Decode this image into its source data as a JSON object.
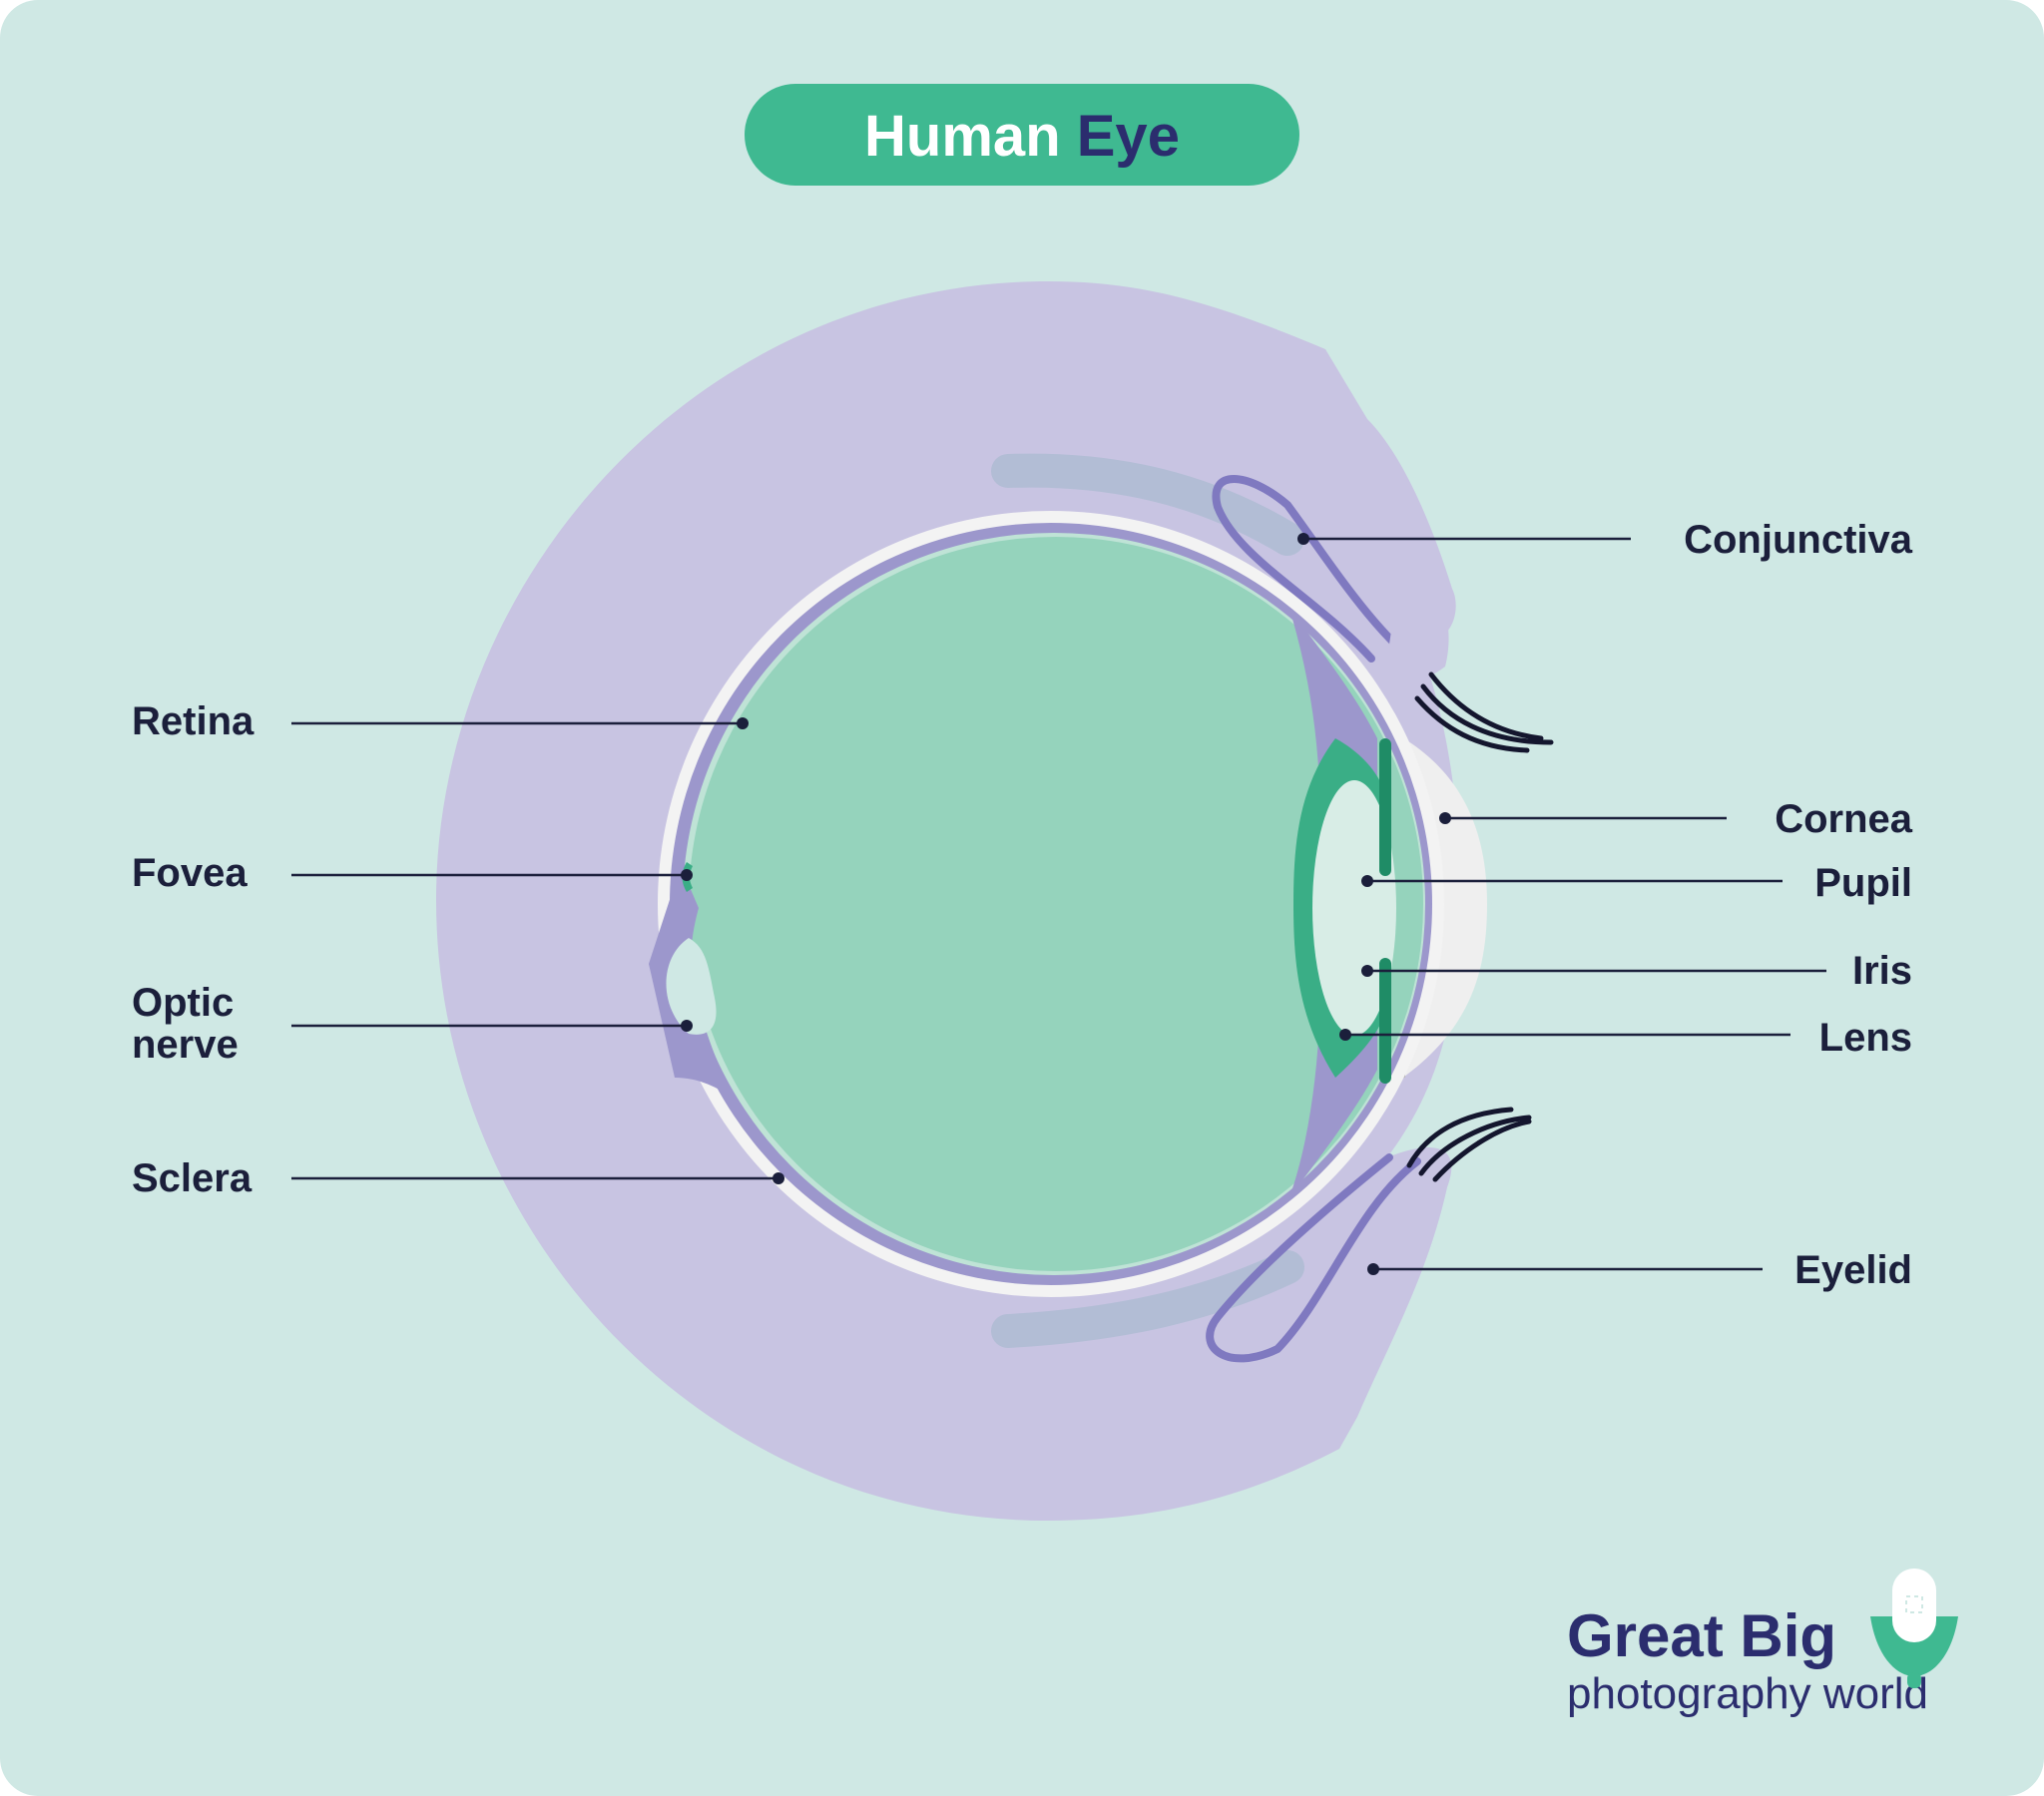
{
  "title": {
    "part1": "Human",
    "part2": "Eye"
  },
  "labels": {
    "conjunctiva": "Conjunctiva",
    "retina": "Retina",
    "cornea": "Cornea",
    "pupil": "Pupil",
    "fovea": "Fovea",
    "iris": "Iris",
    "optic_line1": "Optic",
    "optic_line2": "nerve",
    "lens": "Lens",
    "sclera": "Sclera",
    "eyelid": "Eyelid"
  },
  "brand": {
    "line1": "Great Big",
    "line2": "photography world"
  },
  "colors": {
    "background": "#cfe8e4",
    "title_pill": "#3fb991",
    "title_accent": "#2b2d6e",
    "socket": "#c8c4e2",
    "vitreous": "#95d3bc",
    "choroid": "#9c97cc",
    "sclera": "#f3f3f3",
    "iris": "#3aae86",
    "brand": "#2b2d6e"
  }
}
